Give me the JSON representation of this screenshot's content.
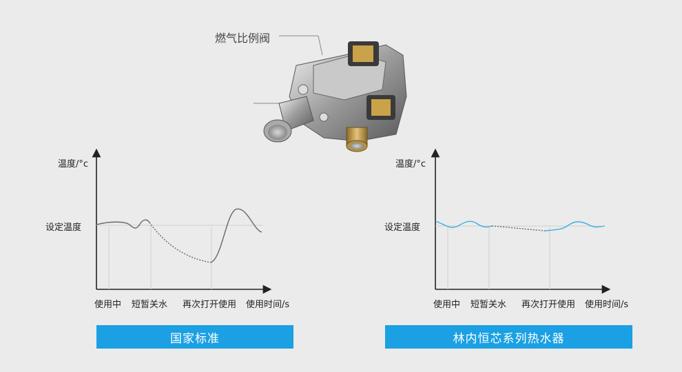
{
  "valve": {
    "label": "燃气比例阀"
  },
  "charts": [
    {
      "id": "left",
      "y_label": "温度/°c",
      "setpoint_label": "设定温度",
      "x_ticks": [
        "使用中",
        "短暂关水",
        "再次打开使用",
        "使用时间/s"
      ],
      "caption": "国家标准"
    },
    {
      "id": "right",
      "y_label": "温度/°c",
      "setpoint_label": "设定温度",
      "x_ticks": [
        "使用中",
        "短暂关水",
        "再次打开使用",
        "使用时间/s"
      ],
      "caption": "林内恒芯系列热水器"
    }
  ],
  "colors": {
    "banner": "#1aa0e3",
    "curve_left": "#666666",
    "curve_right": "#3aaee8"
  }
}
